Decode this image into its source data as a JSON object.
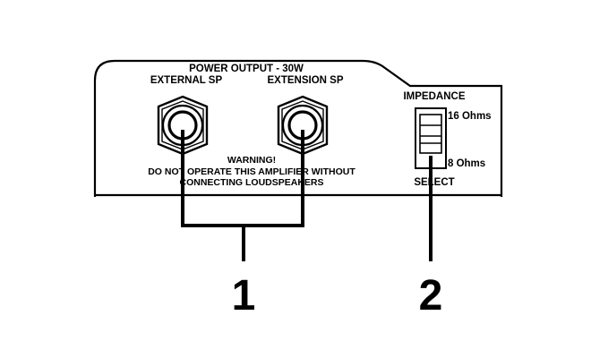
{
  "panel": {
    "heading": "POWER OUTPUT - 30W",
    "jack_left_label": "EXTERNAL SP",
    "jack_right_label": "EXTENSION SP",
    "warning_title": "WARNING!",
    "warning_line1": "DO NOT OPERATE THIS AMPLIFIER WITHOUT",
    "warning_line2": "CONNECTING LOUDSPEAKERS",
    "impedance_title": "IMPEDANCE",
    "impedance_high": "16 Ohms",
    "impedance_low": "8 Ohms",
    "impedance_select": "SELECT"
  },
  "callouts": {
    "jacks": "1",
    "selector": "2"
  },
  "colors": {
    "ink": "#000000",
    "background": "#ffffff"
  }
}
